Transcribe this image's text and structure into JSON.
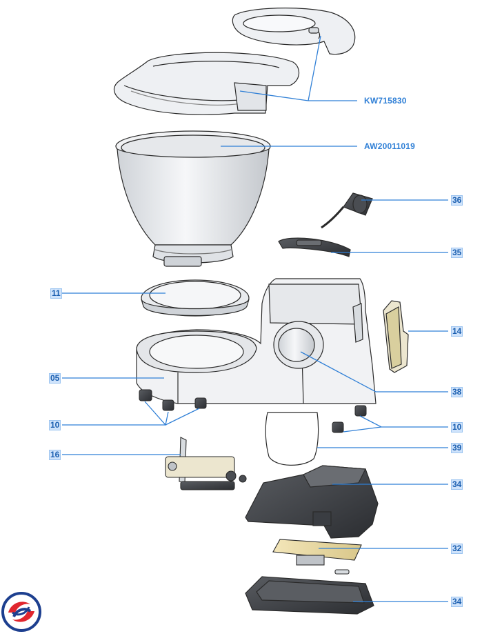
{
  "callouts": {
    "top_lid": "KW715830",
    "bowl": "AW20011019",
    "power_cord": "36",
    "handle": "35",
    "bowl_seal": "11",
    "side_cover": "14",
    "base_body": "05",
    "speed_knob": "38",
    "front_feet": "10",
    "rear_feet": "10",
    "drive_mechanism": "16",
    "gasket": "39",
    "lower_cover": "34",
    "circuit_board": "32",
    "bottom_plate": "34"
  },
  "colors": {
    "leader_line": "#2f7fd6",
    "label_text": "#2f7fd6",
    "number_badge_bg": "#cfe3fb",
    "outline": "#2a2a2a",
    "logo_red": "#e0262e",
    "logo_blue": "#1d3f8f"
  }
}
